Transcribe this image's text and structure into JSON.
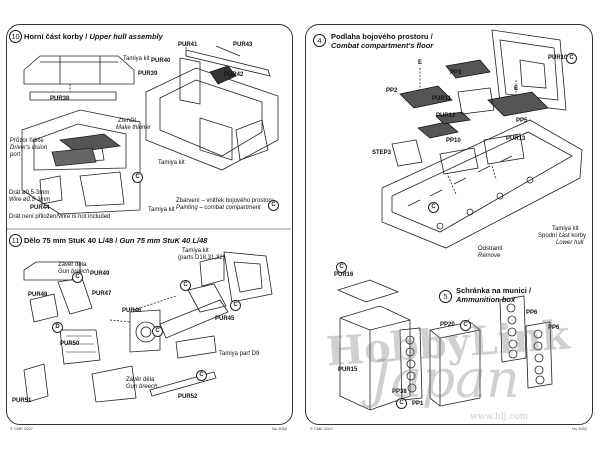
{
  "left_page": {
    "step10": {
      "number": "10",
      "title_cz": "Horní část korby /",
      "title_en": "Upper hull assembly",
      "labels": {
        "tamiya_kit_1": "Tamiya kit",
        "pur38": "PUR38",
        "pur41": "PUR41",
        "pur43": "PUR43",
        "pur40": "PUR40",
        "pur39": "PUR39",
        "pur42": "PUR42",
        "prizor_cz": "Průzor řidiče",
        "prizor_en1": "Driver's vision",
        "prizor_en2": "port",
        "ztencit": "Ztenčit",
        "make_thinner": "Make thinner",
        "tamiya_kit_2": "Tamiya kit",
        "drat_cz": "Drát ø0.5-3mm",
        "drat_en": "Wire ø0.5-3mm",
        "pur44": "PUR44",
        "tamiya_kit_3": "Tamiya kit",
        "not_incl_cz": "Drát není přiložen/Wire is not included",
        "zbarveni_cz": "Zbarvení – vnitřek bojového prostoru",
        "zbarveni_en": "Painting – combat compartment"
      }
    },
    "step11": {
      "number": "11",
      "title_cz": "Dělo 75 mm StuK 40 L/48 /",
      "title_en": "Gun 75 mm StuK 40 L/48",
      "labels": {
        "tamiya_kit_parts": "Tamiya kit",
        "parts_ref": "(parts D18,31,32)",
        "zaver_cz_1": "Závěr děla",
        "gun_breech_1": "Gun breech",
        "pur49": "PUR49",
        "pur48": "PUR48",
        "pur47": "PUR47",
        "pur46": "PUR46",
        "pur45": "PUR45",
        "pur50": "PUR50",
        "tamiya_d9": "Tamiya part D9",
        "zaver_cz_2": "Závěr děla",
        "gun_breech_2": "Gun breech",
        "pur51": "PUR51",
        "pur52": "PUR52"
      }
    },
    "footer_left": "© CMK 2007",
    "footer_right": "No.3052"
  },
  "right_page": {
    "step4": {
      "number": "4",
      "title_cz": "Podlaha bojového prostoru /",
      "title_en": "Combat compartment's floor",
      "labels": {
        "pur10": "PUR10",
        "e1": "E",
        "pp2": "PP2",
        "pp3": "PP3",
        "pur11": "PUR11",
        "e2": "E",
        "pur12": "PUR12",
        "pp5": "PP5",
        "step3": "STEP3",
        "pp10": "PP10",
        "pur13": "PUR13",
        "tamiya_kit": "Tamiya kit",
        "spodni_cz": "Spodní část korby",
        "lower_hull": "Lower hull",
        "odstranit": "Odstranit",
        "remove": "Remove"
      }
    },
    "step5": {
      "number": "5",
      "title_cz": "Schránka na munici /",
      "title_en": "Ammunition box",
      "labels": {
        "pur16": "PUR16",
        "pur15": "PUR15",
        "pp20": "PP20",
        "pp6a": "PP6",
        "pp6b": "PP6",
        "pp38": "PP38",
        "pp1": "PP1"
      }
    },
    "footer_left": "© CMK 2007",
    "footer_right": "No.3052"
  },
  "markers": {
    "c": "C",
    "d": "D"
  },
  "watermark": {
    "line1": "HobbyLink",
    "line2": "Japan",
    "url": "www.hlj.com"
  }
}
